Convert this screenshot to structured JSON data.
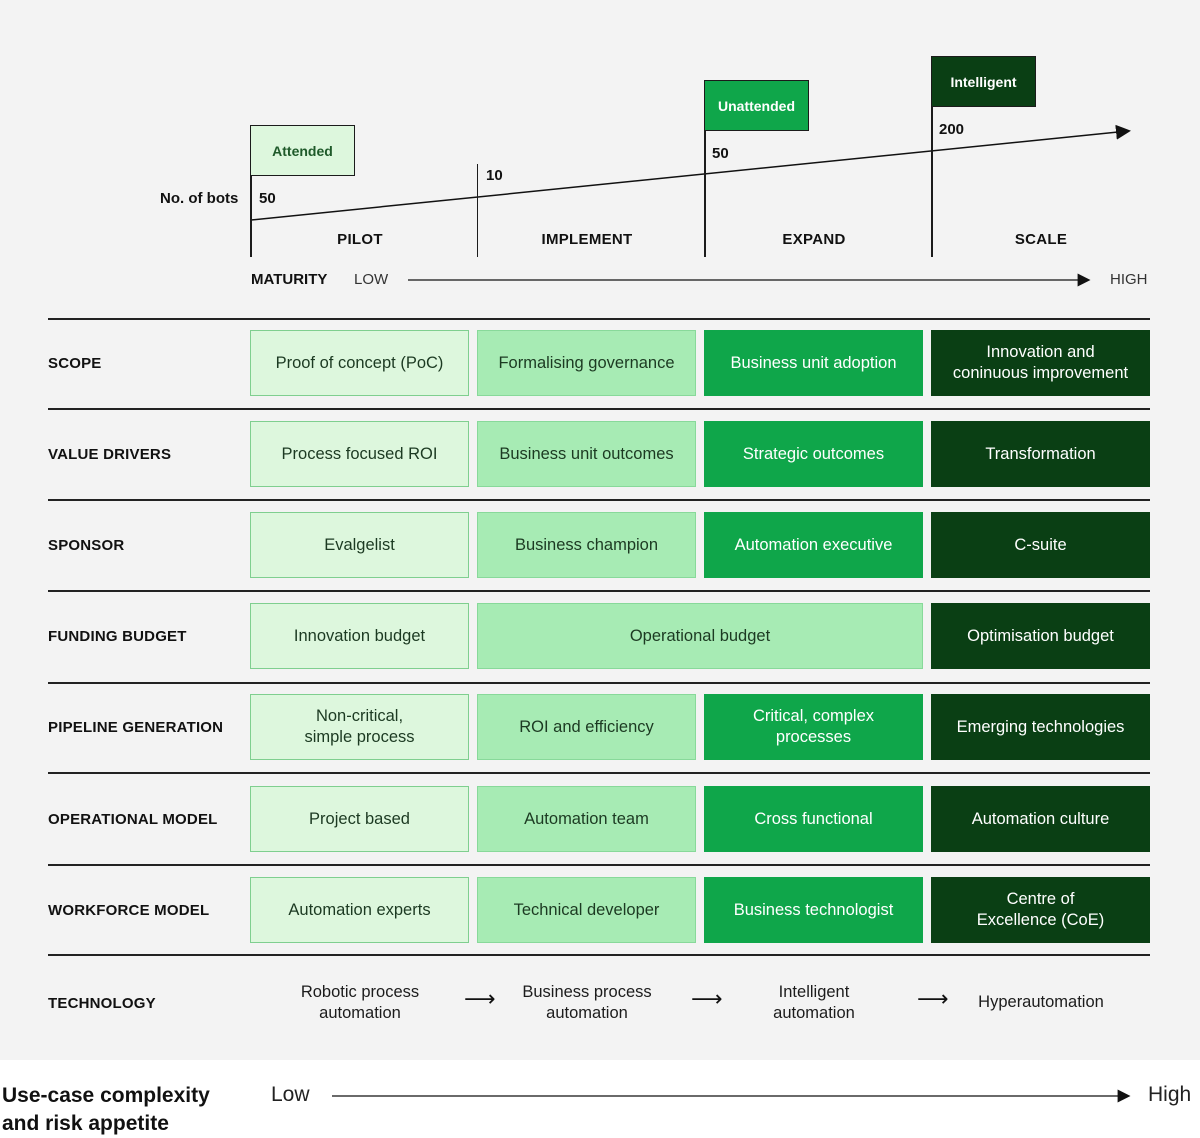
{
  "header": {
    "flags": [
      {
        "label": "Attended",
        "style": "light"
      },
      {
        "label": "Unattended",
        "style": "mid"
      },
      {
        "label": "Intelligent",
        "style": "dark"
      }
    ],
    "bots_label": "No. of bots",
    "bot_counts": [
      "50",
      "10",
      "50",
      "200"
    ],
    "phases": [
      "PILOT",
      "IMPLEMENT",
      "EXPAND",
      "SCALE"
    ],
    "maturity": {
      "label": "MATURITY",
      "low": "LOW",
      "high": "HIGH"
    }
  },
  "rows": [
    {
      "label": "SCOPE",
      "cells": [
        "Proof of concept (PoC)",
        "Formalising governance",
        "Business unit adoption",
        "Innovation and\nconinuous improvement"
      ]
    },
    {
      "label": "VALUE DRIVERS",
      "cells": [
        "Process focused ROI",
        "Business unit outcomes",
        "Strategic outcomes",
        "Transformation"
      ]
    },
    {
      "label": "SPONSOR",
      "cells": [
        "Evalgelist",
        "Business champion",
        "Automation executive",
        "C-suite"
      ]
    },
    {
      "label": "FUNDING BUDGET",
      "cells": [
        "Innovation budget",
        "Operational budget",
        "Optimisation budget"
      ]
    },
    {
      "label": "PIPELINE GENERATION",
      "cells": [
        "Non-critical,\nsimple process",
        "ROI and efficiency",
        "Critical, complex\nprocesses",
        "Emerging technologies"
      ]
    },
    {
      "label": "OPERATIONAL MODEL",
      "cells": [
        "Project based",
        "Automation team",
        "Cross functional",
        "Automation culture"
      ]
    },
    {
      "label": "WORKFORCE MODEL",
      "cells": [
        "Automation experts",
        "Technical developer",
        "Business technologist",
        "Centre of\nExcellence (CoE)"
      ]
    }
  ],
  "technology": {
    "label": "TECHNOLOGY",
    "steps": [
      "Robotic process\nautomation",
      "Business process\nautomation",
      "Intelligent\nautomation",
      "Hyperautomation"
    ]
  },
  "footer": {
    "title": "Use-case complexity\nand risk appetite",
    "low": "Low",
    "high": "High"
  },
  "colors": {
    "level1": "#ddf7dd",
    "level2": "#a7ebb4",
    "level3": "#0fa64a",
    "level4": "#0a3f14"
  }
}
